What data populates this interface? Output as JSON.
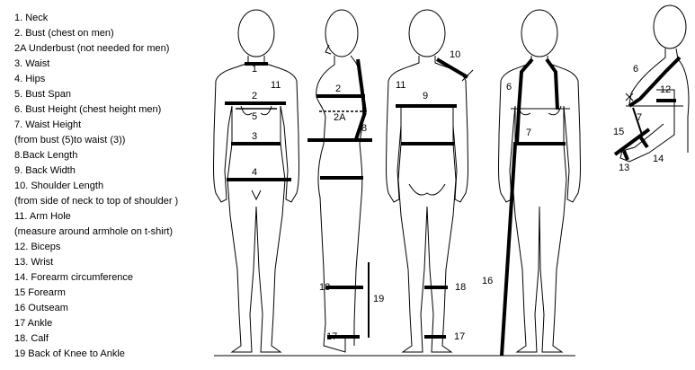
{
  "legend": [
    "1. Neck",
    "2. Bust (chest on men)",
    "2A Underbust (not needed for men)",
    "3. Waist",
    "4. Hips",
    "5. Bust Span",
    "6. Bust Height (chest height men)",
    "7. Waist Height",
    "(from bust (5)to waist (3))",
    "8.Back Length",
    "9. Back Width",
    "10. Shoulder Length",
    "(from side of neck to top of shoulder )",
    "11. Arm Hole",
    "(measure around armhole on t-shirt)",
    "12. Biceps",
    "13. Wrist",
    "14. Forearm circumference",
    "15 Forearm",
    "16 Outseam",
    "17 Ankle",
    "18. Calf",
    "19 Back of Knee to Ankle"
  ],
  "figure_labels": {
    "front": [
      "1",
      "2",
      "5",
      "3",
      "4",
      "11"
    ],
    "side": [
      "2",
      "2A",
      "8",
      "18",
      "17",
      "19"
    ],
    "back": [
      "10",
      "11",
      "9",
      "18",
      "17",
      "16"
    ],
    "front_vertical": [
      "6",
      "7"
    ],
    "arm": [
      "6",
      "12",
      "7",
      "15",
      "14",
      "13"
    ]
  }
}
